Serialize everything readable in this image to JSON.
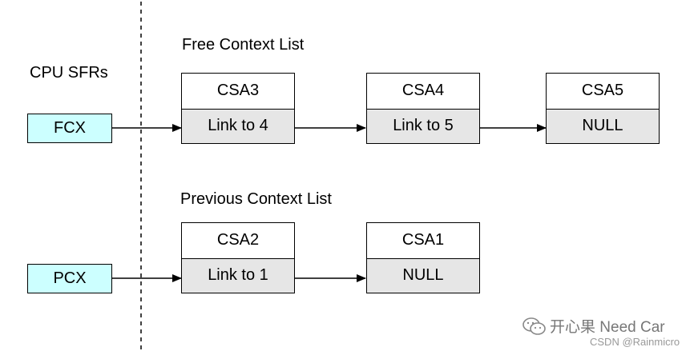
{
  "labels": {
    "cpu_sfrs": "CPU SFRs",
    "free_list": "Free Context List",
    "prev_list": "Previous Context List"
  },
  "registers": {
    "fcx": "FCX",
    "pcx": "PCX"
  },
  "free_csas": [
    {
      "name": "CSA3",
      "link": "Link to 4"
    },
    {
      "name": "CSA4",
      "link": "Link to 5"
    },
    {
      "name": "CSA5",
      "link": "NULL"
    }
  ],
  "prev_csas": [
    {
      "name": "CSA2",
      "link": "Link to 1"
    },
    {
      "name": "CSA1",
      "link": "NULL"
    }
  ],
  "watermark": {
    "brand": "开心果 Need Car",
    "source": "CSDN @Rainmicro",
    "icon": "wechat-icon"
  },
  "colors": {
    "register_fill": "#ccffff",
    "link_fill": "#e6e6e6"
  }
}
